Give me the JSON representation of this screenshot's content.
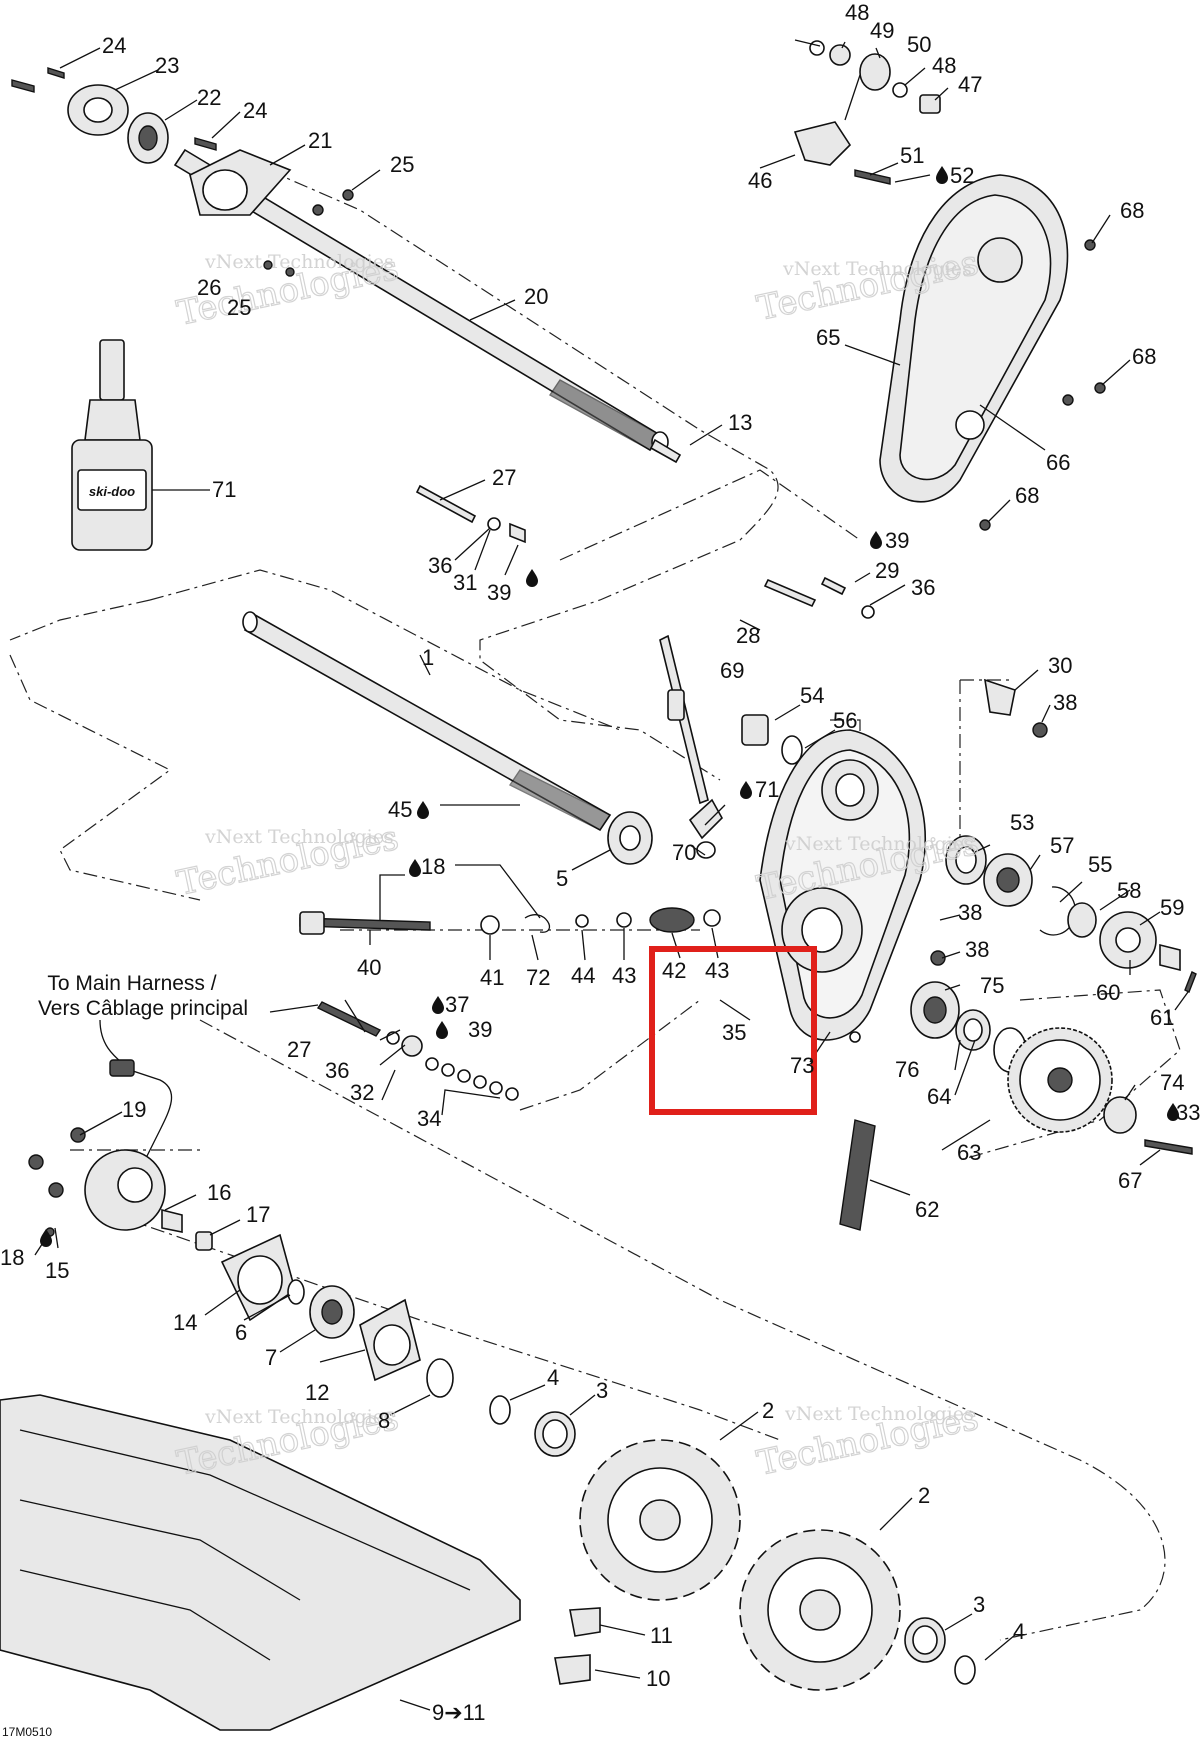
{
  "diagram": {
    "code": "17M0510",
    "harness_note_line1": "To Main Harness /",
    "harness_note_line2": "Vers Câblage principal",
    "watermark_small": "vNext Technologies",
    "watermark_big": "Technologies",
    "highlight_color": "#e0201a",
    "bottle_brand": "ski-doo",
    "lube_symbol": "oil-drop-icon"
  },
  "callouts": {
    "c48a": "48",
    "c49": "49",
    "c50": "50",
    "c48b": "48",
    "c47": "47",
    "c46": "46",
    "c51": "51",
    "c52": "52",
    "c68a": "68",
    "c65": "65",
    "c68b": "68",
    "c66": "66",
    "c68c": "68",
    "c24a": "24",
    "c23": "23",
    "c22": "22",
    "c24b": "24",
    "c21": "21",
    "c25a": "25",
    "c26": "26",
    "c25b": "25",
    "c20": "20",
    "c13": "13",
    "c71": "71",
    "c27a": "27",
    "c36a": "36",
    "c31": "31",
    "c39a": "39",
    "c39b": "39",
    "c29": "29",
    "c36b": "36",
    "c28": "28",
    "c69": "69",
    "c30": "30",
    "c38a": "38",
    "c54": "54",
    "c56": "56",
    "c1": "1",
    "c45": "45",
    "c71b": "71",
    "c70": "70",
    "c5": "5",
    "c18a": "18",
    "c53": "53",
    "c57": "57",
    "c55": "55",
    "c58": "58",
    "c59": "59",
    "c38b": "38",
    "c38c": "38",
    "c40": "40",
    "c41": "41",
    "c72": "72",
    "c44": "44",
    "c43a": "43",
    "c42": "42",
    "c43b": "43",
    "c60": "60",
    "c61": "61",
    "c75": "75",
    "c35": "35",
    "c73": "73",
    "c76": "76",
    "c64": "64",
    "c74": "74",
    "c33": "33",
    "c37": "37",
    "c39c": "39",
    "c27b": "27",
    "c36c": "36",
    "c32": "32",
    "c34": "34",
    "c63": "63",
    "c67": "67",
    "c62": "62",
    "c19": "19",
    "c16": "16",
    "c17": "17",
    "c18b": "18",
    "c15": "15",
    "c14": "14",
    "c6": "6",
    "c7": "7",
    "c12": "12",
    "c8": "8",
    "c4a": "4",
    "c3a": "3",
    "c2a": "2",
    "c2b": "2",
    "c3b": "3",
    "c4b": "4",
    "c11": "11",
    "c10": "10",
    "c9to11": "9➔11"
  }
}
